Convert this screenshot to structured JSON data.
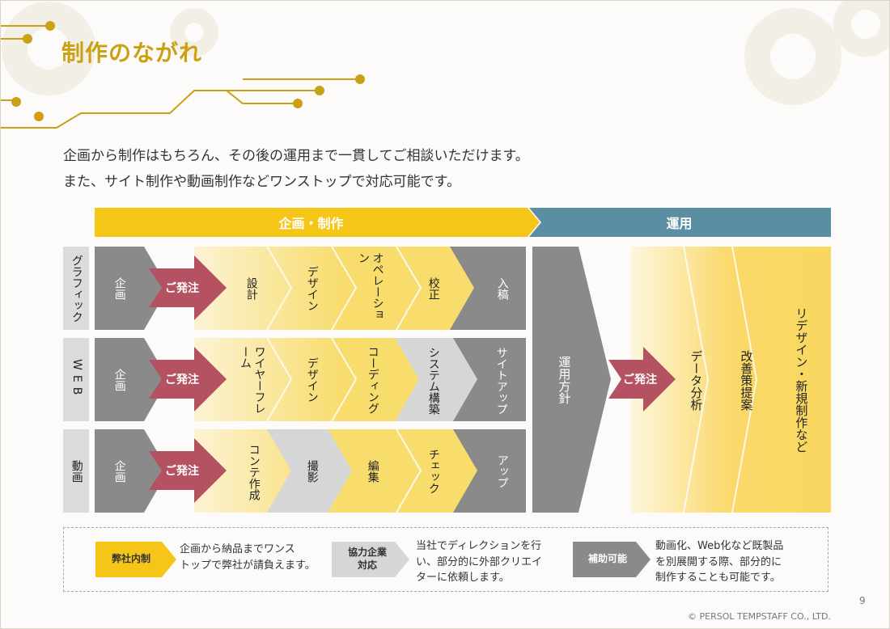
{
  "title": "制作のながれ",
  "intro": [
    "企画から制作はもちろん、その後の運用まで一貫してご相談いただけます。",
    "また、サイト制作や動画制作などワンストップで対応可能です。"
  ],
  "phases": {
    "production": "企画・制作",
    "operation": "運用"
  },
  "order_label": "ご発注",
  "rows": [
    {
      "label": "グラフィック",
      "plan": "企画",
      "steps": [
        "設計",
        "デザイン",
        "オペレーション",
        "校正",
        "入稿"
      ]
    },
    {
      "label": "WEB",
      "plan": "企画",
      "steps": [
        "ワイヤーフレーム",
        "デザイン",
        "コーディング",
        "システム構築",
        "サイトアップ"
      ]
    },
    {
      "label": "動画",
      "plan": "企画",
      "steps": [
        "コンテ作成",
        "撮影",
        "編集",
        "チェック",
        "アップ"
      ]
    }
  ],
  "operation": {
    "policy": "運用方針",
    "steps": [
      "データ分析",
      "改善策提案",
      "リデザイン・新規制作など"
    ]
  },
  "legend": [
    {
      "badge": "弊社内制",
      "text": [
        "企画から納品までワンス",
        "トップで弊社が請負えます。"
      ]
    },
    {
      "badge": "協力企業対応",
      "text": [
        "当社でディレクションを行",
        "い、部分的に外部クリエイ",
        "ターに依頼します。"
      ]
    },
    {
      "badge": "補助可能",
      "text": [
        "動画化、Web化など既製品",
        "を別展開する際、部分的に",
        "制作することも可能です。"
      ]
    }
  ],
  "page_number": "9",
  "copyright": "© PERSOL TEMPSTAFF CO., LTD.",
  "colors": {
    "gold": "#caa114",
    "yellow": "#f5c518",
    "teal": "#5a8fa3",
    "crimson": "#b45262",
    "gray": "#8a8a8a",
    "light_gray": "#d6d6d6",
    "pale_yellow": "#f9dc6a"
  }
}
